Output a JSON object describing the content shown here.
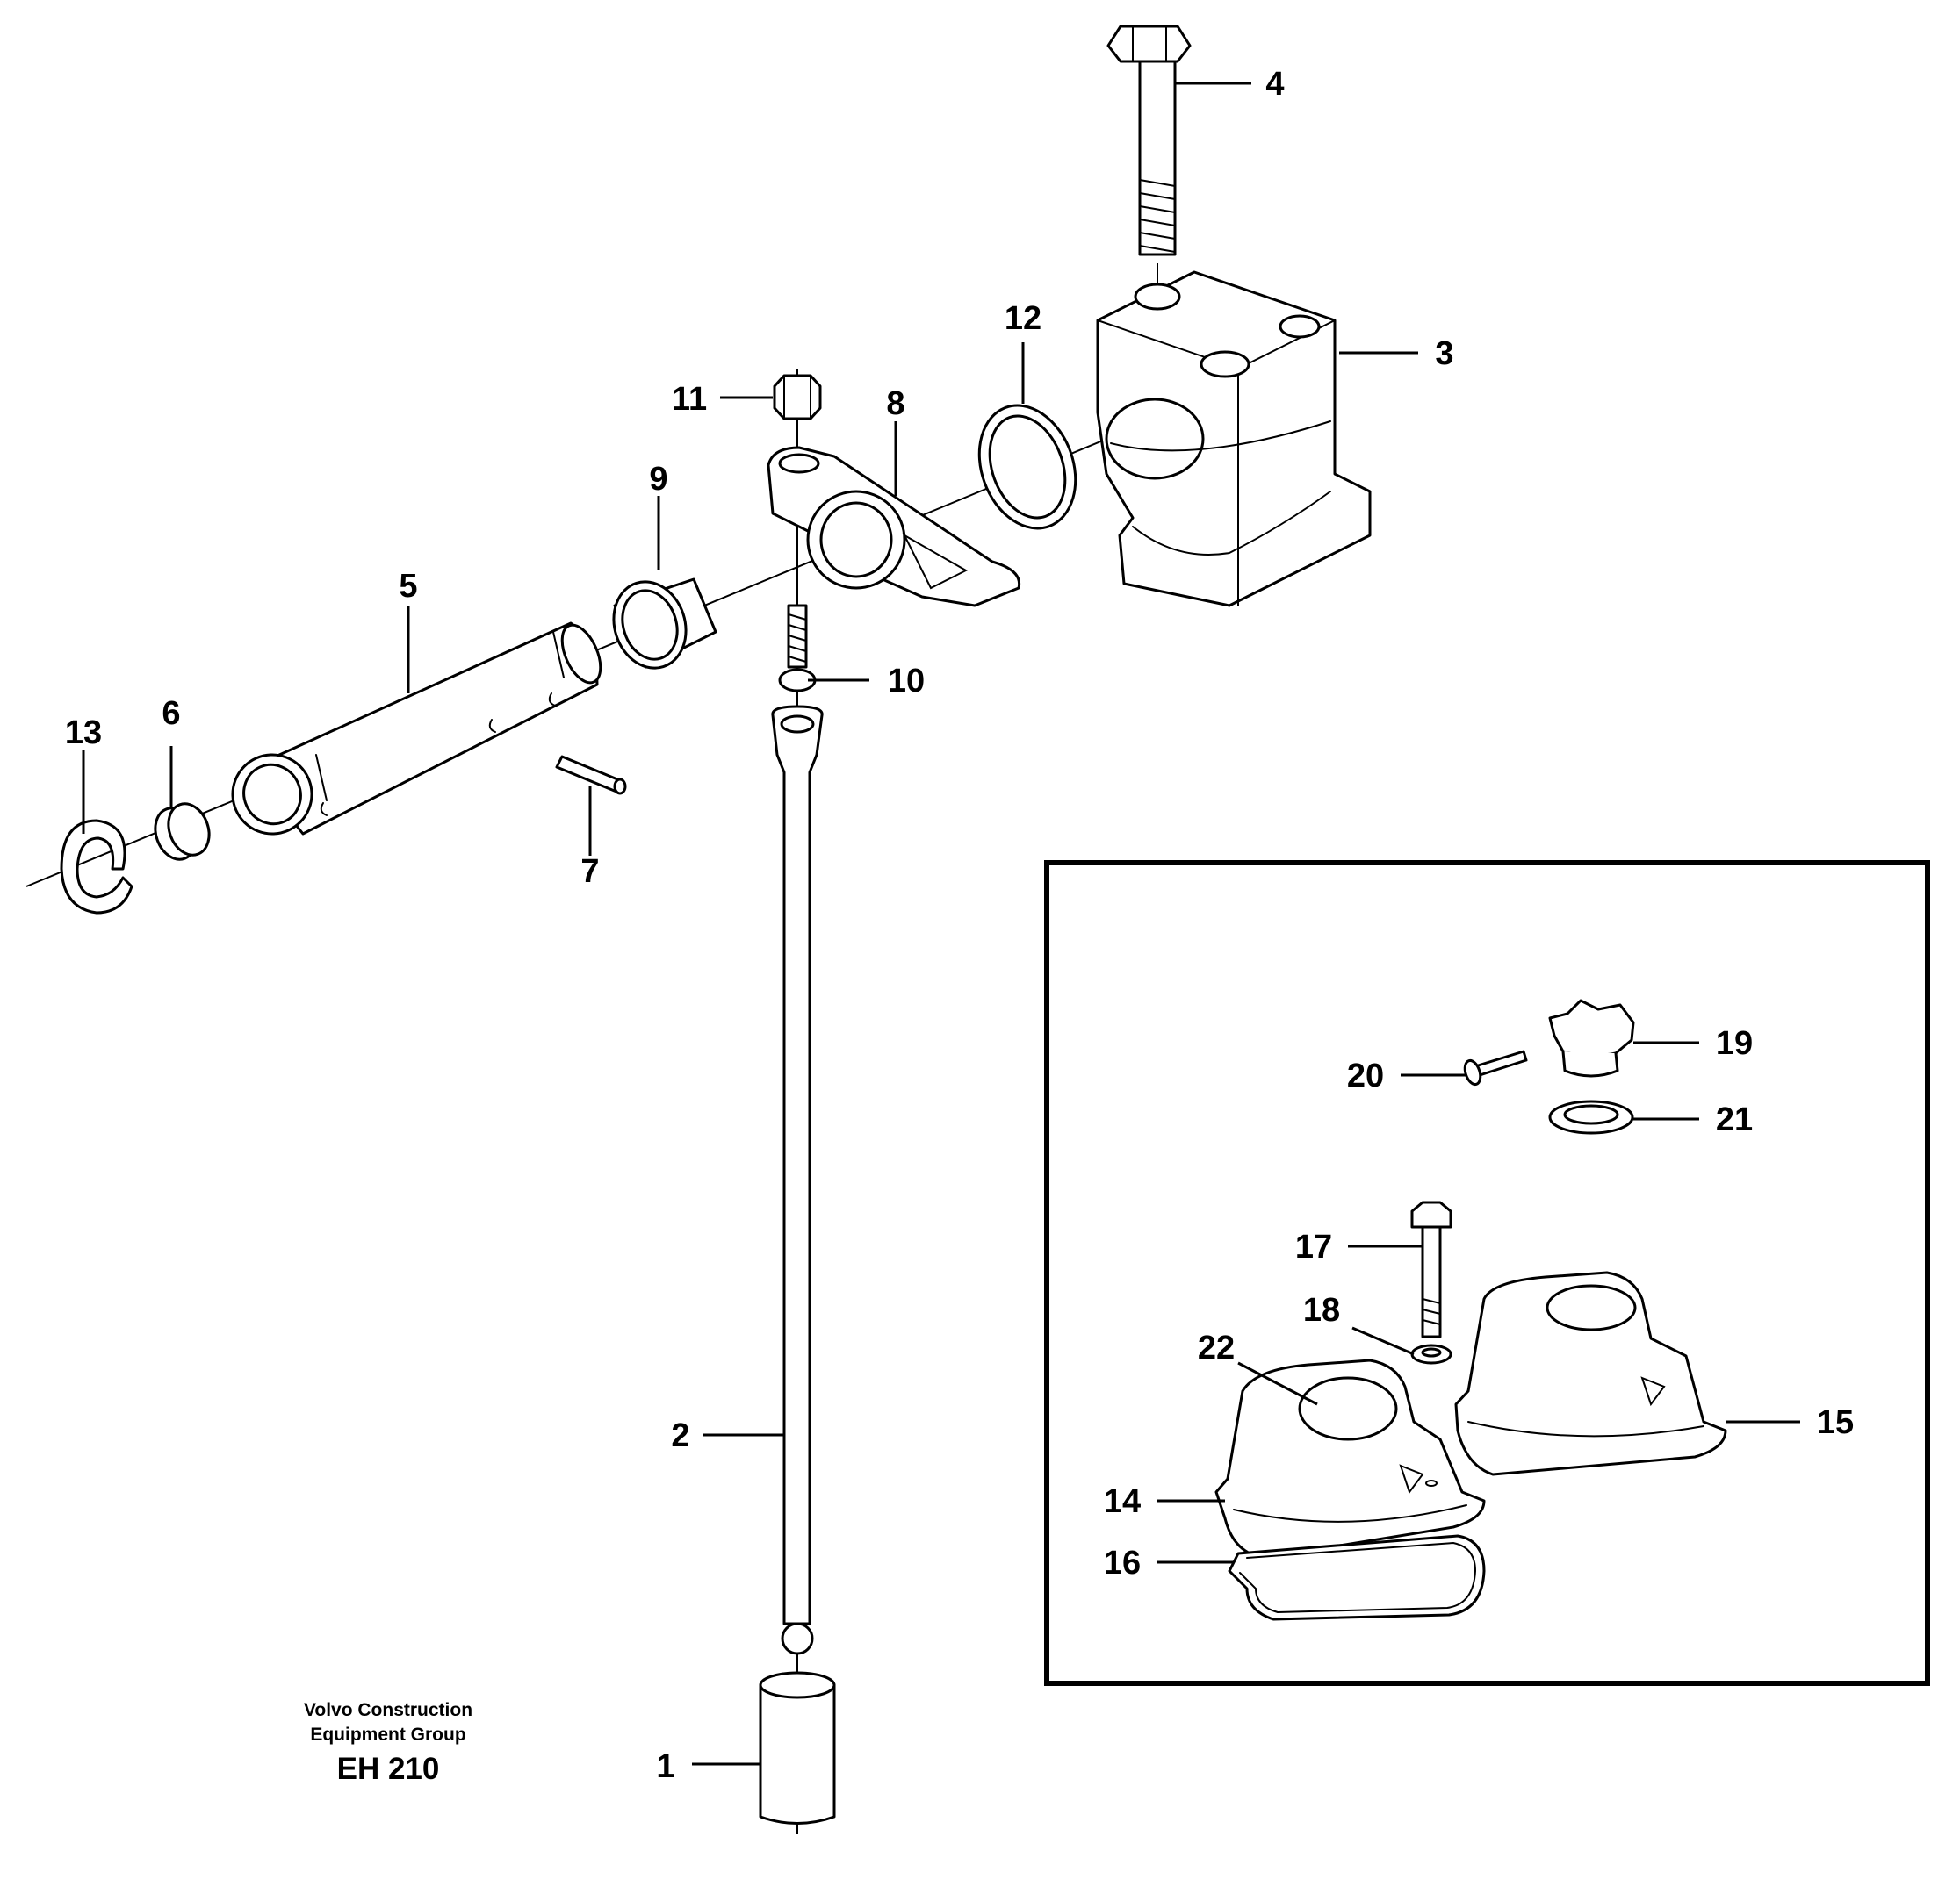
{
  "callouts": {
    "n1": "1",
    "n2": "2",
    "n3": "3",
    "n4": "4",
    "n5": "5",
    "n6": "6",
    "n7": "7",
    "n8": "8",
    "n9": "9",
    "n10": "10",
    "n11": "11",
    "n12": "12",
    "n13": "13",
    "n14": "14",
    "n15": "15",
    "n16": "16",
    "n17": "17",
    "n18": "18",
    "n19": "19",
    "n20": "20",
    "n21": "21",
    "n22": "22"
  },
  "footer": {
    "line1": "Volvo Construction",
    "line2": "Equipment Group",
    "code": "EH 210"
  }
}
